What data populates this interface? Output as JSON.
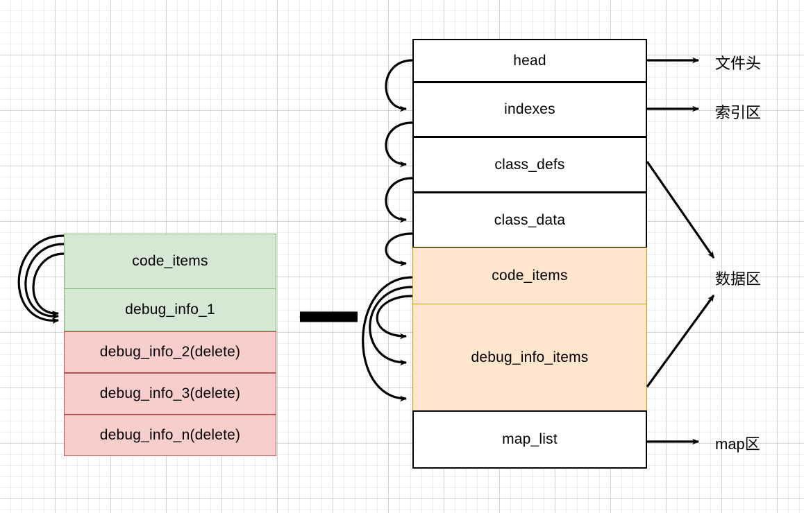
{
  "diagram": {
    "title": "dex-file-structure-debug-info-rewrite",
    "colors": {
      "plain_fill": "#ffffff",
      "plain_stroke": "#000000",
      "green_fill": "#d5e8d4",
      "green_stroke": "#82b366",
      "red_fill": "#f8cecc",
      "red_stroke": "#b85450",
      "orange_fill": "#ffe6cc",
      "orange_stroke": "#d79b00",
      "arrow_stroke": "#000000",
      "grid_minor": "#e1e1e1",
      "grid_major": "#bebebe"
    }
  },
  "dex_table": {
    "name": "dex-file-layout",
    "rows": [
      {
        "label": "head",
        "style": "plain"
      },
      {
        "label": "indexes",
        "style": "plain"
      },
      {
        "label": "class_defs",
        "style": "plain"
      },
      {
        "label": "class_data",
        "style": "plain"
      },
      {
        "label": "code_items",
        "style": "orange"
      },
      {
        "label": "debug_info_items",
        "style": "orange"
      },
      {
        "label": "map_list",
        "style": "plain"
      }
    ]
  },
  "detail_table": {
    "name": "debug-info-detail",
    "rows": [
      {
        "label": "code_items",
        "style": "green"
      },
      {
        "label": "debug_info_1",
        "style": "green"
      },
      {
        "label": "debug_info_2(delete)",
        "style": "red"
      },
      {
        "label": "debug_info_3(delete)",
        "style": "red"
      },
      {
        "label": "debug_info_n(delete)",
        "style": "red"
      }
    ]
  },
  "region_labels": [
    {
      "text": "文件头",
      "name": "region-label-file-header"
    },
    {
      "text": "索引区",
      "name": "region-label-index-area"
    },
    {
      "text": "数据区",
      "name": "region-label-data-area"
    },
    {
      "text": "map区",
      "name": "region-label-map-area"
    }
  ]
}
